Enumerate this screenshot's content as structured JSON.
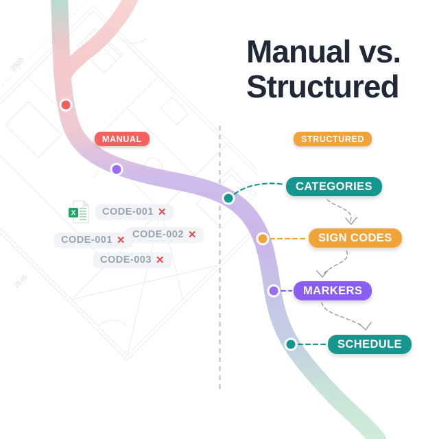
{
  "title": {
    "line1": "Manual vs.",
    "line2": "Structured"
  },
  "manual_section": {
    "badge_label": "MANUAL",
    "badge_color": "#f4625e",
    "items": [
      {
        "label": "CODE-001",
        "status_icon": "red-x",
        "has_spreadsheet_icon": true
      },
      {
        "label": "CODE-001",
        "status_icon": "red-x"
      },
      {
        "label": "CODE-002",
        "status_icon": "red-x"
      },
      {
        "label": "CODE-003",
        "status_icon": "red-x"
      }
    ]
  },
  "structured_section": {
    "badge_label": "STRUCTURED",
    "badge_color": "#f0a338",
    "steps": [
      {
        "label": "CATEGORIES",
        "color": "#15968e"
      },
      {
        "label": "SIGN CODES",
        "color": "#f0a338"
      },
      {
        "label": "MARKERS",
        "color": "#8a5ef2"
      },
      {
        "label": "SCHEDULE",
        "color": "#15968e"
      }
    ]
  },
  "path": {
    "milestone_dot_colors": [
      "#f15f59",
      "#9c6cf3",
      "#15968e",
      "#f0a338",
      "#9c6cf3",
      "#15968e"
    ],
    "gradient_colors": [
      "#b9dcd1",
      "#f4c9cb",
      "#d0bcea",
      "#c6c4e7",
      "#c2d2e3",
      "#d0ebde"
    ]
  },
  "icons": {
    "x_mark": "✕",
    "spreadsheet_letter": "X"
  },
  "background": {
    "floorplan_dimension_labels": [
      "3500",
      "20.00"
    ]
  }
}
